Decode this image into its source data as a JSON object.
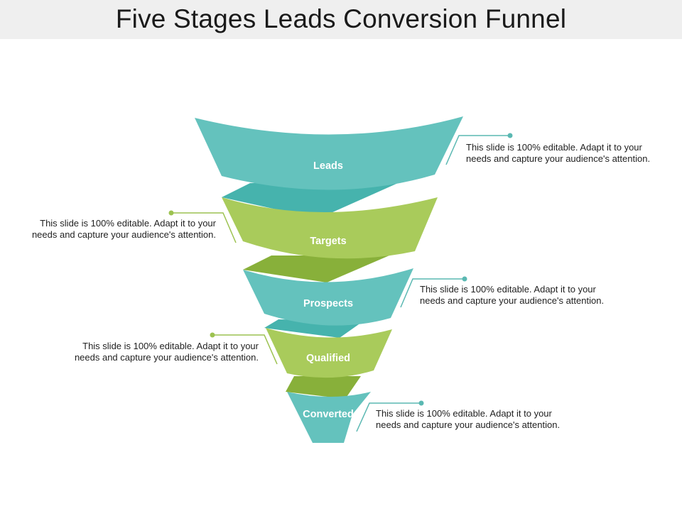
{
  "title": "Five Stages Leads Conversion Funnel",
  "colors": {
    "teal": "#64c2bd",
    "teal_dark": "#46b3ad",
    "green": "#a9cb5b",
    "green_dark": "#88b03a",
    "connector_teal": "#5ab8b2",
    "connector_green": "#9cc250"
  },
  "stages": [
    {
      "label": "Leads",
      "note": [
        "This slide is 100% editable. Adapt it to your",
        "needs and capture your audience's attention."
      ]
    },
    {
      "label": "Targets",
      "note": [
        "This slide is 100% editable. Adapt it to your",
        "needs and capture your audience's attention."
      ]
    },
    {
      "label": "Prospects",
      "note": [
        "This slide is 100% editable. Adapt it to your",
        "needs and capture your audience's attention."
      ]
    },
    {
      "label": "Qualified",
      "note": [
        "This slide is 100% editable. Adapt it to your",
        "needs and capture your audience's attention."
      ]
    },
    {
      "label": "Converted",
      "note": [
        "This slide is 100% editable. Adapt it to your",
        "needs and capture your audience's attention."
      ]
    }
  ]
}
